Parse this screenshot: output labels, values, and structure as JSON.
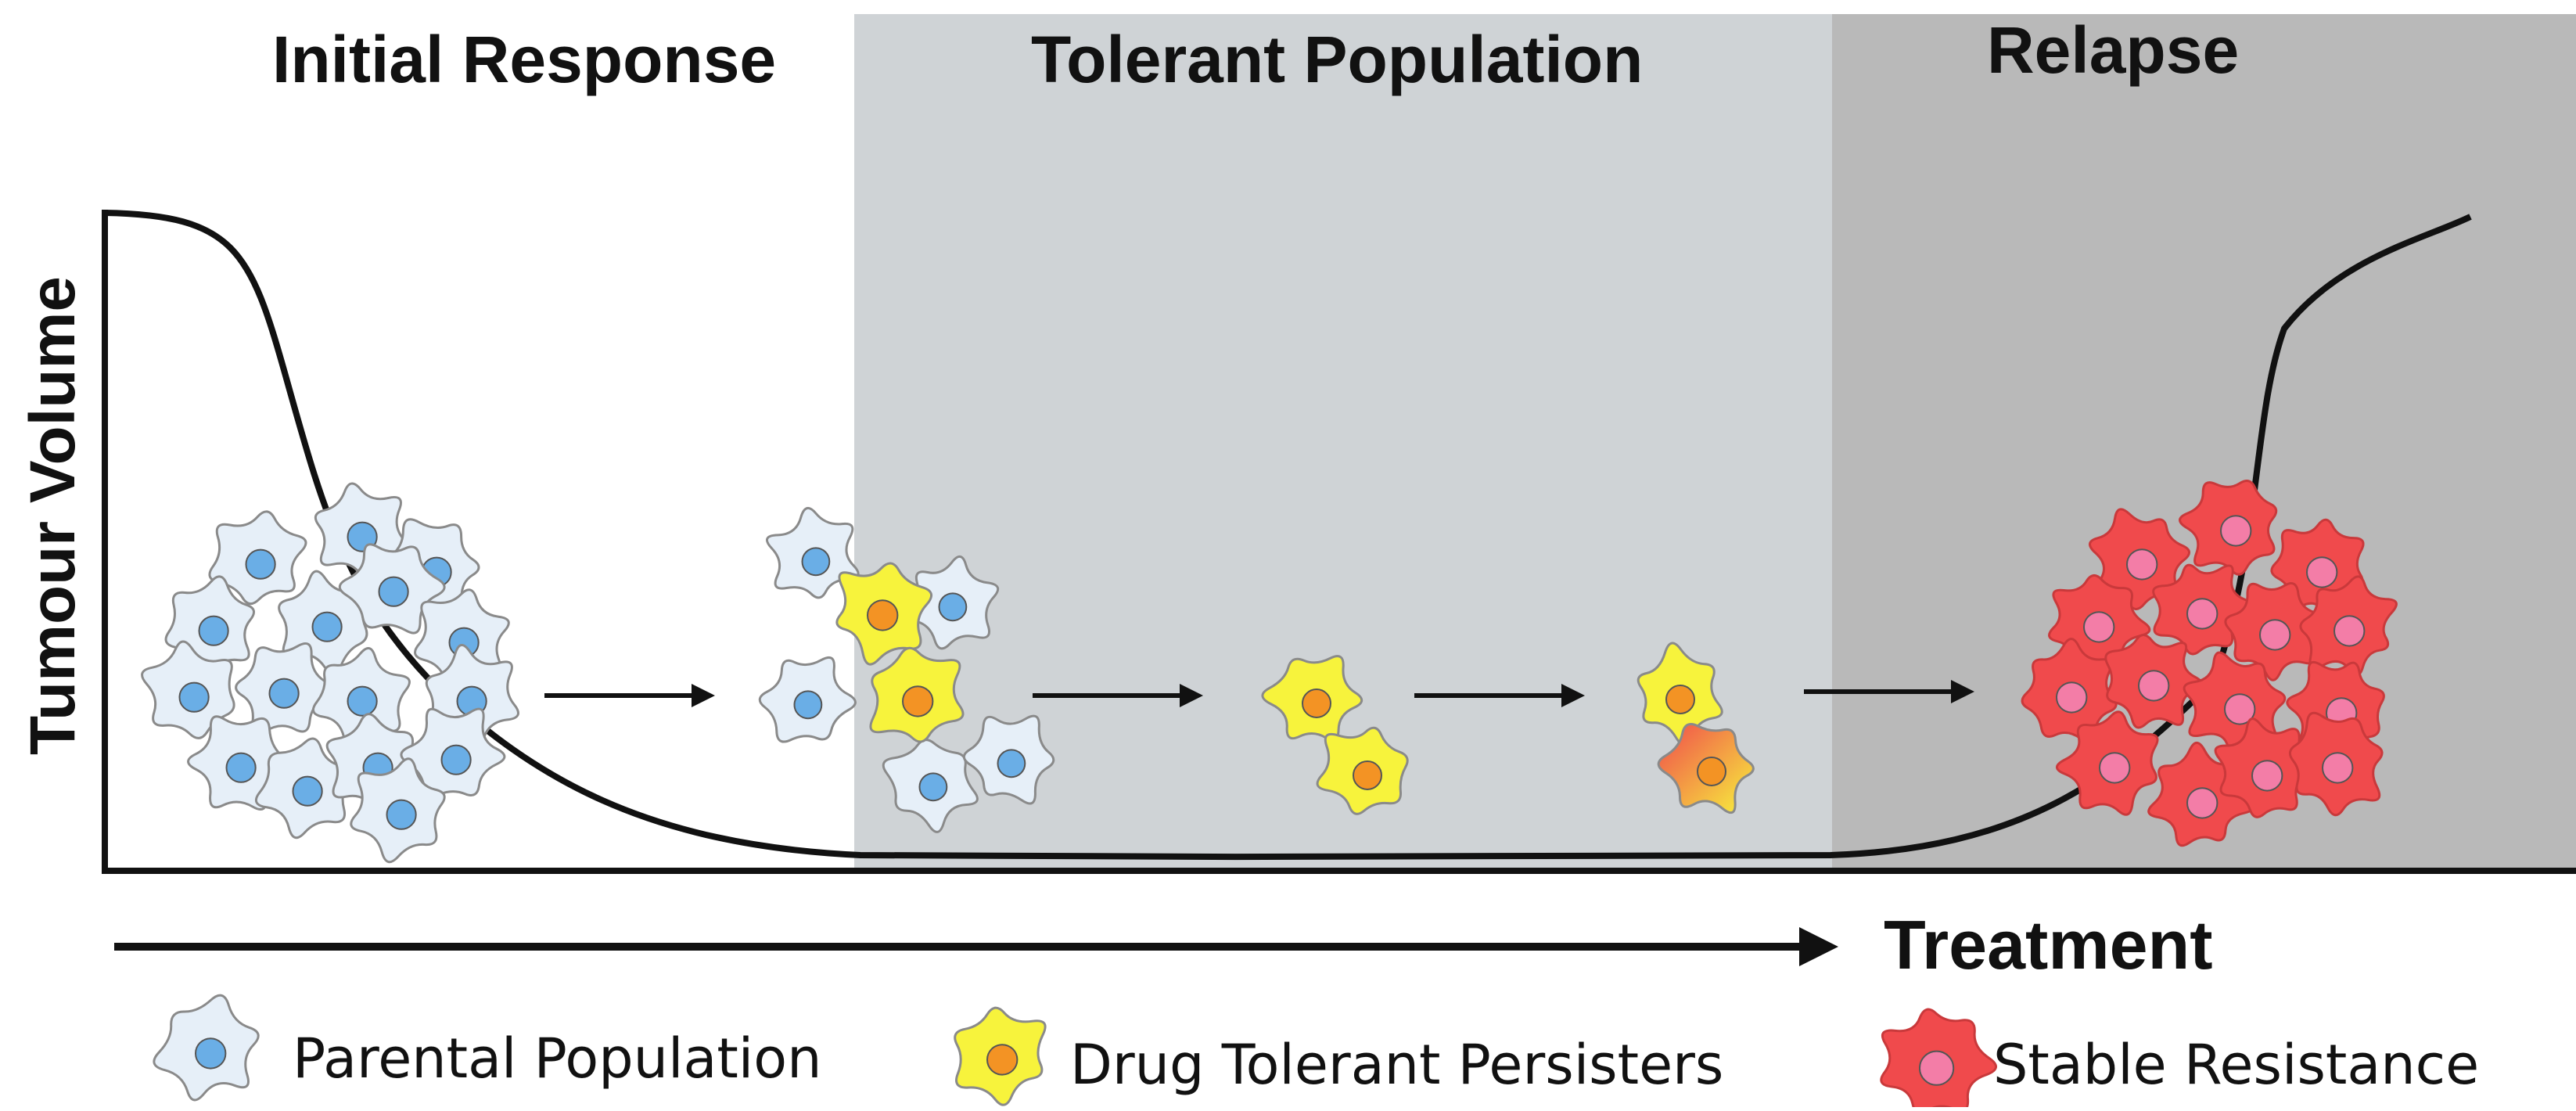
{
  "phases": [
    {
      "key": "initial",
      "title": "Initial Response"
    },
    {
      "key": "tolerant",
      "title": "Tolerant Population",
      "bg": "#cfd3d6"
    },
    {
      "key": "relapse",
      "title": "Relapse",
      "bg": "#b9b9b9"
    }
  ],
  "axes": {
    "y_label": "Tumour Volume",
    "x_label": "Treatment"
  },
  "legend": [
    {
      "key": "parental",
      "label": "Parental Population",
      "fill": "#e6eff8",
      "nucleus": "#6aaee6"
    },
    {
      "key": "persister",
      "label": "Drug Tolerant Persisters",
      "fill": "#f7f33c",
      "nucleus": "#f39324"
    },
    {
      "key": "resistant",
      "label": "Stable Resistance",
      "fill": "#f04a4c",
      "nucleus": "#f37da7"
    }
  ],
  "colors": {
    "curve": "#111111",
    "cell_outline": "#8a8a8a"
  }
}
